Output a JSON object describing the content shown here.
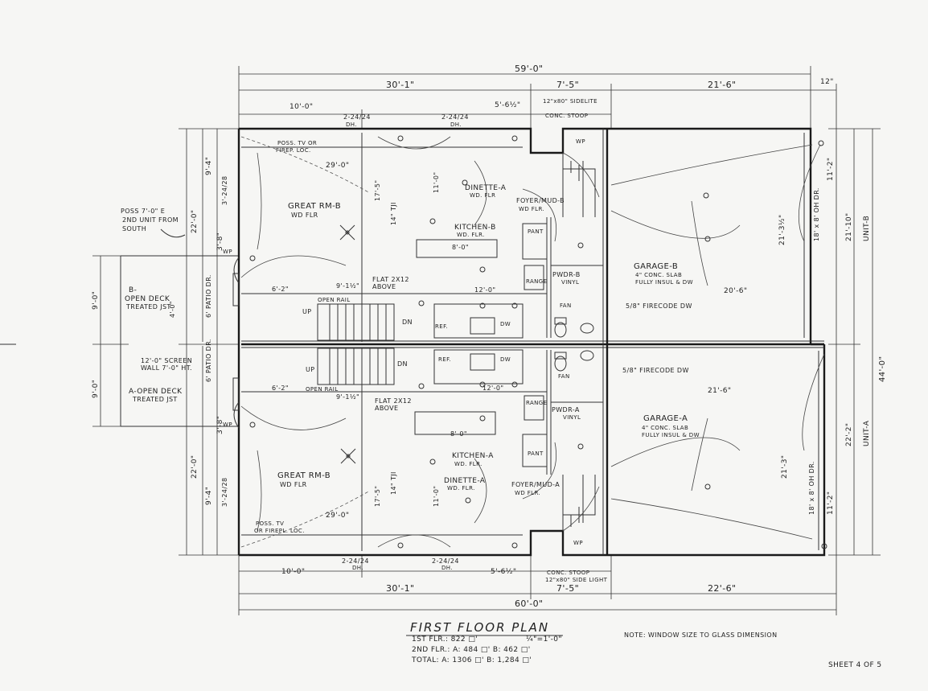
{
  "dims": {
    "overall_top": "59'-0\"",
    "overall_bottom": "60'-0\"",
    "top_left": "30'-1\"",
    "top_mid": "7'-5\"",
    "top_right": "21'-6\"",
    "top_offset": "12\"",
    "top_window": "10'-0\"",
    "top_sidelite": "5'-6½\"",
    "bot_left": "30'-1\"",
    "bot_mid": "7'-5\"",
    "bot_right": "22'-6\"",
    "bot_window": "10'-0\"",
    "bot_sidelite": "5'-6½\"",
    "left_b_upper": "9'-4\"",
    "left_b_lower": "3'-24/28",
    "left_b_total": "22'-0\"",
    "left_b_wp": "3'-8\"",
    "left_a_wp": "3'-8\"",
    "left_a_lower": "3'-24/28",
    "left_a_upper": "9'-4\"",
    "left_a_total": "22'-0\"",
    "deck_b": "9'-0\"",
    "deck_a": "9'-0\"",
    "patio_b": "6' PATIO DR.",
    "patio_a": "6' PATIO DR.",
    "right_b_1": "21'-3½\"",
    "right_b_2": "21'-10\"",
    "right_a_1": "21'-3\"",
    "right_a_2": "22'-2\"",
    "right_total": "44'-0\"",
    "right_b_door_h": "11'-2\"",
    "right_a_door_h": "11'-2\"",
    "deck_b_total": "4'-0\""
  },
  "labels": {
    "window_top_left": "2-24/24",
    "window_top_left_dh": "DH.",
    "window_top_mid": "2-24/24",
    "window_top_mid_dh": "DH.",
    "sidelite_top": "12\"x80\" SIDELITE",
    "sidelite_top_2": "CONC. STOOP",
    "window_bot_left": "2-24/24",
    "window_bot_left_dh": "DH.",
    "window_bot_mid": "2-24/24",
    "window_bot_mid_dh": "DH.",
    "sidelite_bot": "CONC. STOOP",
    "sidelite_bot_2": "12\"x80\" SIDE LIGHT",
    "poss_tv_b": "POSS. TV OR",
    "poss_tv_b2": "FIREP. LOC.",
    "poss_tv_a": "POSS. TV",
    "poss_tv_a2": "OR FIREPL. LOC.",
    "great_rm_b": "GREAT RM-B",
    "great_rm_b_sub": "WD FLR",
    "great_rm_a": "GREAT RM-B",
    "great_rm_a_sub": "WD FLR",
    "great_b_w": "29'-0\"",
    "great_a_w": "29'-0\"",
    "great_b_h": "17'-5\"",
    "great_a_h": "17'-5\"",
    "kitchen_b": "KITCHEN-B",
    "kitchen_b_sub": "WD. FLR.",
    "kitchen_a": "KITCHEN-A",
    "kitchen_a_sub": "WD. FLR.",
    "dinette_b": "DINETTE-A",
    "dinette_b_sub": "WD. FLR",
    "dinette_a": "DINETTE-A",
    "dinette_a_sub": "WD. FLR.",
    "foyer_b": "FOYER/MUD-B",
    "foyer_b_sub": "WD FLR.",
    "foyer_a": "FOYER/MUD-A",
    "foyer_a_sub": "WD FLR.",
    "pwdr_b": "PWDR-B",
    "pwdr_b_sub": "VINYL",
    "pwdr_a": "PWDR-A",
    "pwdr_a_sub": "VINYL",
    "garage_b": "GARAGE-B",
    "garage_b_sub1": "4\" CONC. SLAB",
    "garage_b_sub2": "FULLY INSUL & DW",
    "garage_a": "GARAGE-A",
    "garage_a_sub1": "4\" CONC. SLAB",
    "garage_a_sub2": "FULLY INSUL & DW",
    "garage_b_w": "20'-6\"",
    "garage_a_w": "21'-6\"",
    "firecode_b": "5/8\" FIRECODE DW",
    "firecode_a": "5/8\" FIRECODE DW",
    "garage_door_b": "18' x 8' OH DR.",
    "garage_door_a": "18' x 8' OH DR.",
    "unit_b": "UNIT-B",
    "unit_a": "UNIT-A",
    "island_b": "8'-0\"",
    "island_a": "8'-0\"",
    "kitchen_b_w": "12'-0\"",
    "kitchen_a_w": "12'-0\"",
    "dinette_b_h": "11'-0\"",
    "dinette_a_h": "11'-0\"",
    "flat_b": "FLAT 2X12",
    "flat_b2": "ABOVE",
    "flat_a": "FLAT 2X12",
    "flat_a2": "ABOVE",
    "tji_b": "14\" TJI",
    "tji_a": "14\" TJI",
    "open_rail_b": "OPEN RAIL",
    "open_rail_a": "OPEN RAIL",
    "stair_b": "9'-1½\"",
    "stair_a": "9'-1½\"",
    "up_b": "UP",
    "dn_b": "DN",
    "up_a": "UP",
    "dn_a": "DN",
    "ref_b": "REF.",
    "ref_a": "REF.",
    "dw_b": "DW",
    "dw_a": "DW",
    "range_b": "RANGE",
    "range_a": "RANGE",
    "pant_b": "PANT",
    "pant_a": "PANT",
    "fan_b": "FAN",
    "fan_a": "FAN",
    "wp": "WP",
    "deck_b_label": "B-",
    "deck_b_label2": "OPEN DECK",
    "deck_b_label3": "TREATED JST",
    "deck_a_label": "A-OPEN DECK",
    "deck_a_label2": "TREATED JST",
    "screen_wall": "12'-0\" SCREEN",
    "screen_wall2": "WALL 7'-0\" HT.",
    "poss_note": "POSS 7'-0\" E",
    "poss_note2": "2ND UNIT FROM",
    "poss_note3": "SOUTH",
    "deck_dim_b": "6'-2\"",
    "deck_dim_a": "6'-2\""
  },
  "title": {
    "main": "FIRST FLOOR PLAN",
    "scale": "¼\"=1'-0\"",
    "line1": "1ST FLR.:  822 □'",
    "line2": "2ND FLR.: A: 484 □'  B: 462 □'",
    "line3": "TOTAL: A: 1306 □'  B: 1,284 □'",
    "note": "NOTE:  WINDOW SIZE TO GLASS DIMENSION",
    "sheet": "SHEET 4 OF 5"
  }
}
